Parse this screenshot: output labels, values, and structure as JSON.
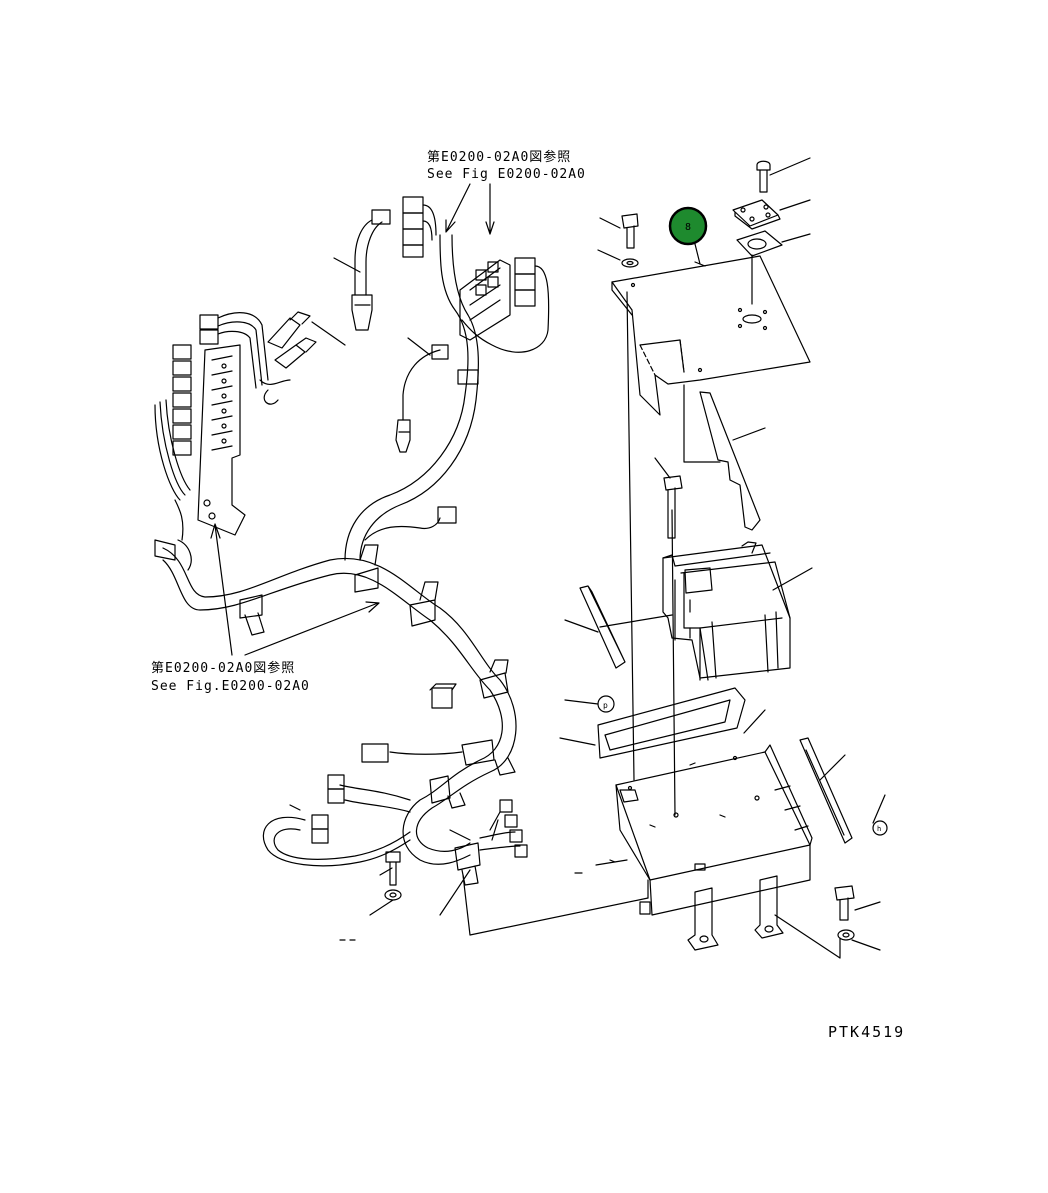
{
  "references": {
    "top": {
      "line1": "第E0200-02A0図参照",
      "line2": "See Fig E0200-02A0"
    },
    "left": {
      "line1": "第E0200-02A0図参照",
      "line2": "See Fig.E0200-02A0"
    }
  },
  "hotspot": {
    "label": "8",
    "color": "#1e8a2e"
  },
  "small_callouts": {
    "p": "p",
    "h": "h"
  },
  "drawing_code": "PTK4519"
}
